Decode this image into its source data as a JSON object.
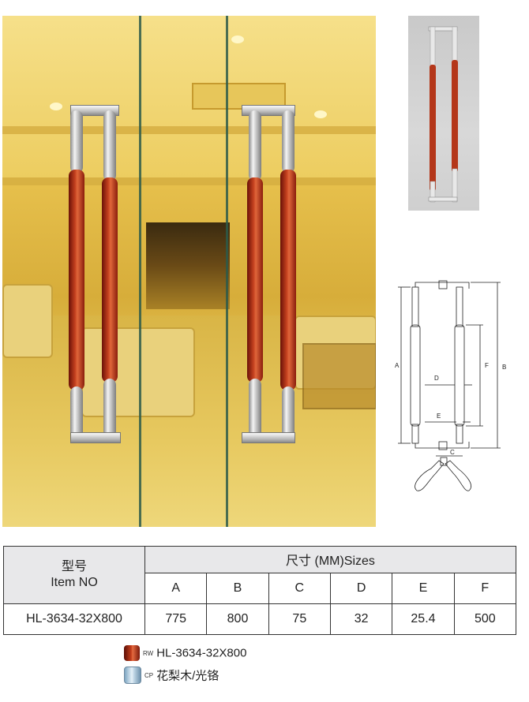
{
  "diagram": {
    "dim_labels": {
      "A": "A",
      "B": "B",
      "C": "C",
      "D": "D",
      "E": "E",
      "F": "F"
    }
  },
  "table": {
    "item_head_line1": "型号",
    "item_head_line2": "Item NO",
    "sizes_head": "尺寸 (MM)Sizes",
    "columns": [
      "A",
      "B",
      "C",
      "D",
      "E",
      "F"
    ],
    "row": {
      "item_no": "HL-3634-32X800",
      "values": [
        "775",
        "800",
        "75",
        "32",
        "25.4",
        "500"
      ]
    }
  },
  "legend": {
    "rw_code": "RW",
    "rw_text": "HL-3634-32X800",
    "cp_code": "CP",
    "cp_text": "花梨木/光铬"
  },
  "colors": {
    "wood": "#c4401e",
    "chrome": "#d9d9d9",
    "photo_gold": "#e8c24e",
    "table_header": "#e8e8ea"
  }
}
